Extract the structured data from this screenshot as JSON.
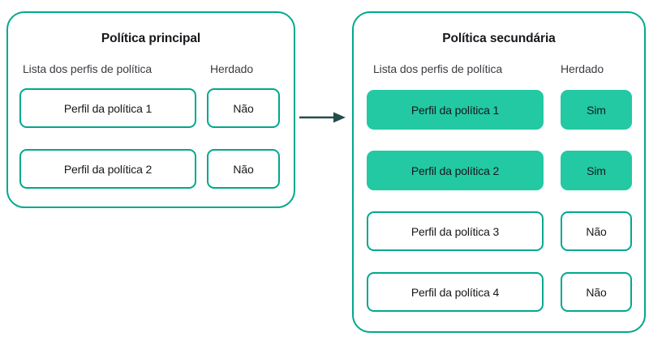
{
  "colors": {
    "accent_border": "#00a88e",
    "accent_fill": "#22c9a3",
    "arrow": "#254d4a",
    "text": "#17181c",
    "header_text": "#393c41",
    "background": "#ffffff"
  },
  "diagram": {
    "type": "flow",
    "connector": {
      "icon": "arrow-right-icon",
      "direction": "left-to-right",
      "from": "Política principal",
      "to": "Política secundária"
    },
    "panels": [
      {
        "id": "primary",
        "title": "Política principal",
        "columns": {
          "profiles": "Lista dos perfis de política",
          "inherited": "Herdado"
        },
        "rows": [
          {
            "profile": "Perfil da política 1",
            "inherited": "Não",
            "highlighted": false
          },
          {
            "profile": "Perfil da política 2",
            "inherited": "Não",
            "highlighted": false
          }
        ]
      },
      {
        "id": "secondary",
        "title": "Política secundária",
        "columns": {
          "profiles": "Lista dos perfis de política",
          "inherited": "Herdado"
        },
        "rows": [
          {
            "profile": "Perfil da política 1",
            "inherited": "Sim",
            "highlighted": true
          },
          {
            "profile": "Perfil da política 2",
            "inherited": "Sim",
            "highlighted": true
          },
          {
            "profile": "Perfil da política 3",
            "inherited": "Não",
            "highlighted": false
          },
          {
            "profile": "Perfil da política 4",
            "inherited": "Não",
            "highlighted": false
          }
        ]
      }
    ]
  }
}
